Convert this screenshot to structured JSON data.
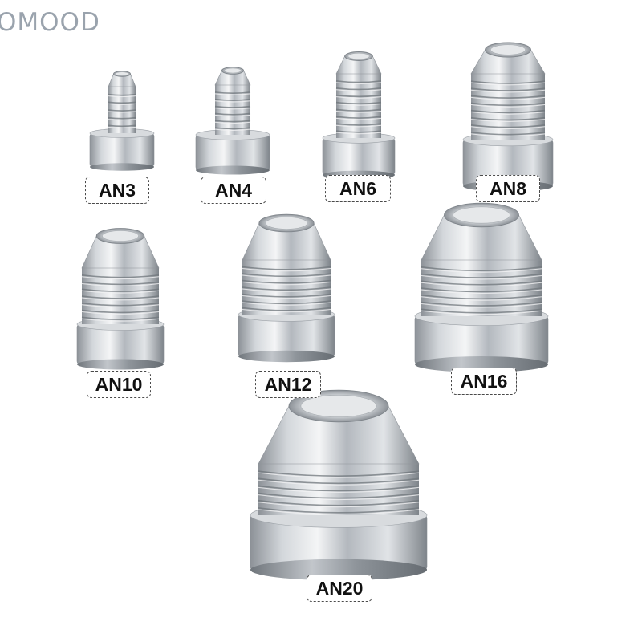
{
  "watermark": "OMOOD",
  "fittings": [
    {
      "id": "an3",
      "label": "AN3"
    },
    {
      "id": "an4",
      "label": "AN4"
    },
    {
      "id": "an6",
      "label": "AN6"
    },
    {
      "id": "an8",
      "label": "AN8"
    },
    {
      "id": "an10",
      "label": "AN10"
    },
    {
      "id": "an12",
      "label": "AN12"
    },
    {
      "id": "an16",
      "label": "AN16"
    },
    {
      "id": "an20",
      "label": "AN20"
    }
  ],
  "colors": {
    "background": "#ffffff",
    "label_border": "#4a4a4a",
    "label_text": "#111111",
    "steel": "#b9bec4",
    "watermark": "#9aa3ad"
  }
}
